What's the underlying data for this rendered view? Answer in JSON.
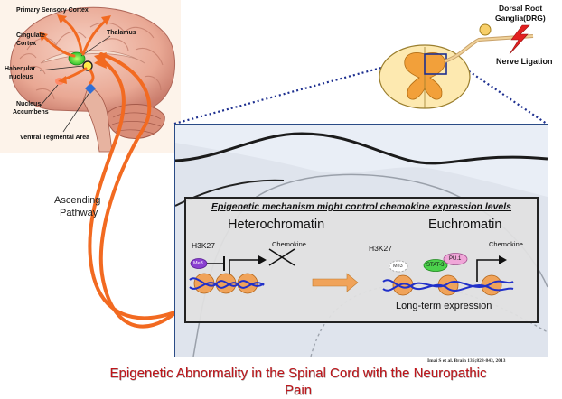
{
  "brain": {
    "primary_sensory_cortex": "Primary Sensory Cortex",
    "cingulate_cortex_1": "Cingulate",
    "cingulate_cortex_2": "Cortex",
    "thalamus": "Thalamus",
    "habenular_1": "Habenular",
    "habenular_2": "nucleus",
    "nucleus_accumbens_1": "Nucleus",
    "nucleus_accumbens_2": "Accumbens",
    "vta": "Ventral Tegmental Area"
  },
  "pathway": {
    "line1": "Ascending",
    "line2": "Pathway"
  },
  "spinal": {
    "drg_line1": "Dorsal Root",
    "drg_line2": "Ganglia(DRG)",
    "nerve_ligation": "Nerve Ligation"
  },
  "mechanism": {
    "title": "Epigenetic  mechanism might control chemokine expression levels",
    "heterochromatin": "Heterochromatin",
    "euchromatin": "Euchromatin",
    "h3k27_left": "H3K27",
    "h3k27_right": "H3K27",
    "me3_left": "Me3",
    "me3_right": "Me3",
    "chemokine_left": "Chemokine",
    "chemokine_right": "Chemokine",
    "stat3": "STAT-3",
    "pu1": "PU.1",
    "long_term": "Long-term expression"
  },
  "citation": "Imai S et al. Brain 136;828-843, 2013",
  "caption": {
    "line1": "Epigenetic Abnormality in the Spinal Cord with the Neuropathic",
    "line2": "Pain"
  },
  "colors": {
    "pathway_arrow": "#f26a21",
    "caption_red": "#c0161b",
    "dna_blue": "#2130c9",
    "nucleosome": "#f0a35a",
    "stat3_green": "#4cd14c",
    "pu1_pink": "#f0a6d8",
    "me3_purple": "#8a3fd1",
    "inset_border": "#2a4b86"
  }
}
